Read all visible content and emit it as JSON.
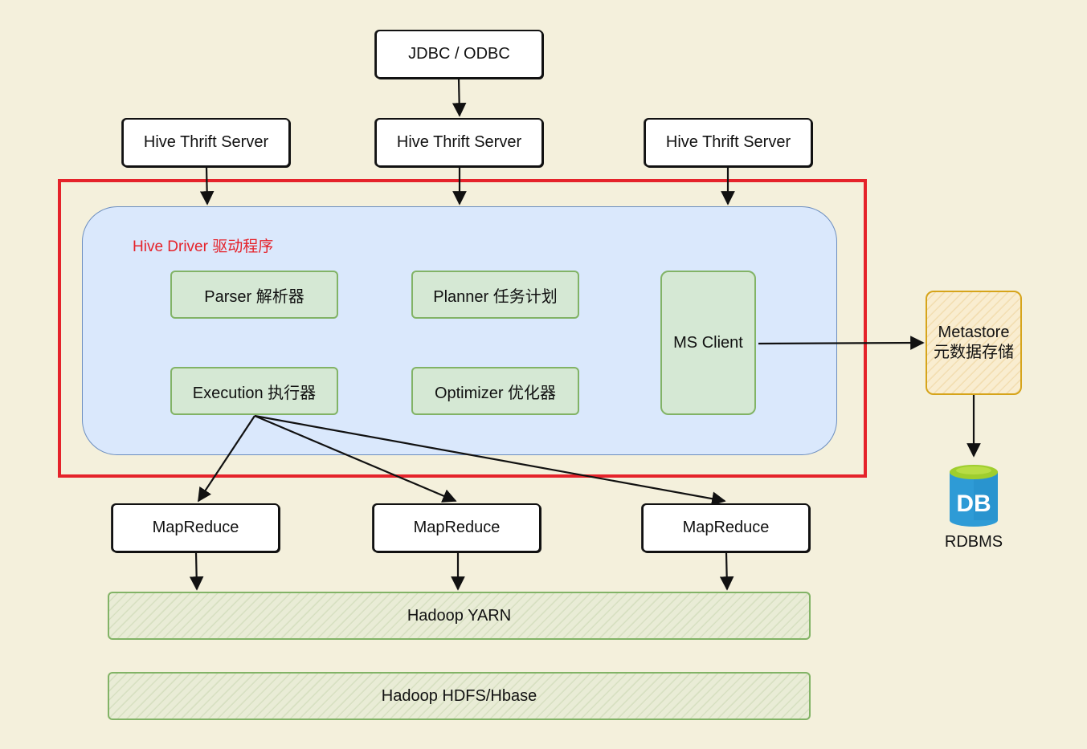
{
  "clients": {
    "jdbc": "JDBC / ODBC"
  },
  "thrift_servers": [
    "Hive Thrift Server",
    "Hive Thrift Server",
    "Hive Thrift Server"
  ],
  "driver": {
    "title": "Hive Driver 驱动程序",
    "parser": "Parser 解析器",
    "planner": "Planner 任务计划",
    "execution": "Execution 执行器",
    "optimizer": "Optimizer 优化器",
    "ms_client": "MS Client"
  },
  "metastore": {
    "line1": "Metastore",
    "line2": "元数据存储"
  },
  "rdbms": {
    "icon_text": "DB",
    "label": "RDBMS"
  },
  "mapreduce": [
    "MapReduce",
    "MapReduce",
    "MapReduce"
  ],
  "yarn": "Hadoop YARN",
  "hdfs": "Hadoop HDFS/Hbase",
  "colors": {
    "background": "#f4f0dc",
    "driver_fill": "#dae8fc",
    "module_fill": "#d5e8d4",
    "highlight_border": "#e5232b",
    "metastore_border": "#d6a41a",
    "db_icon": "#2e9bd6"
  }
}
